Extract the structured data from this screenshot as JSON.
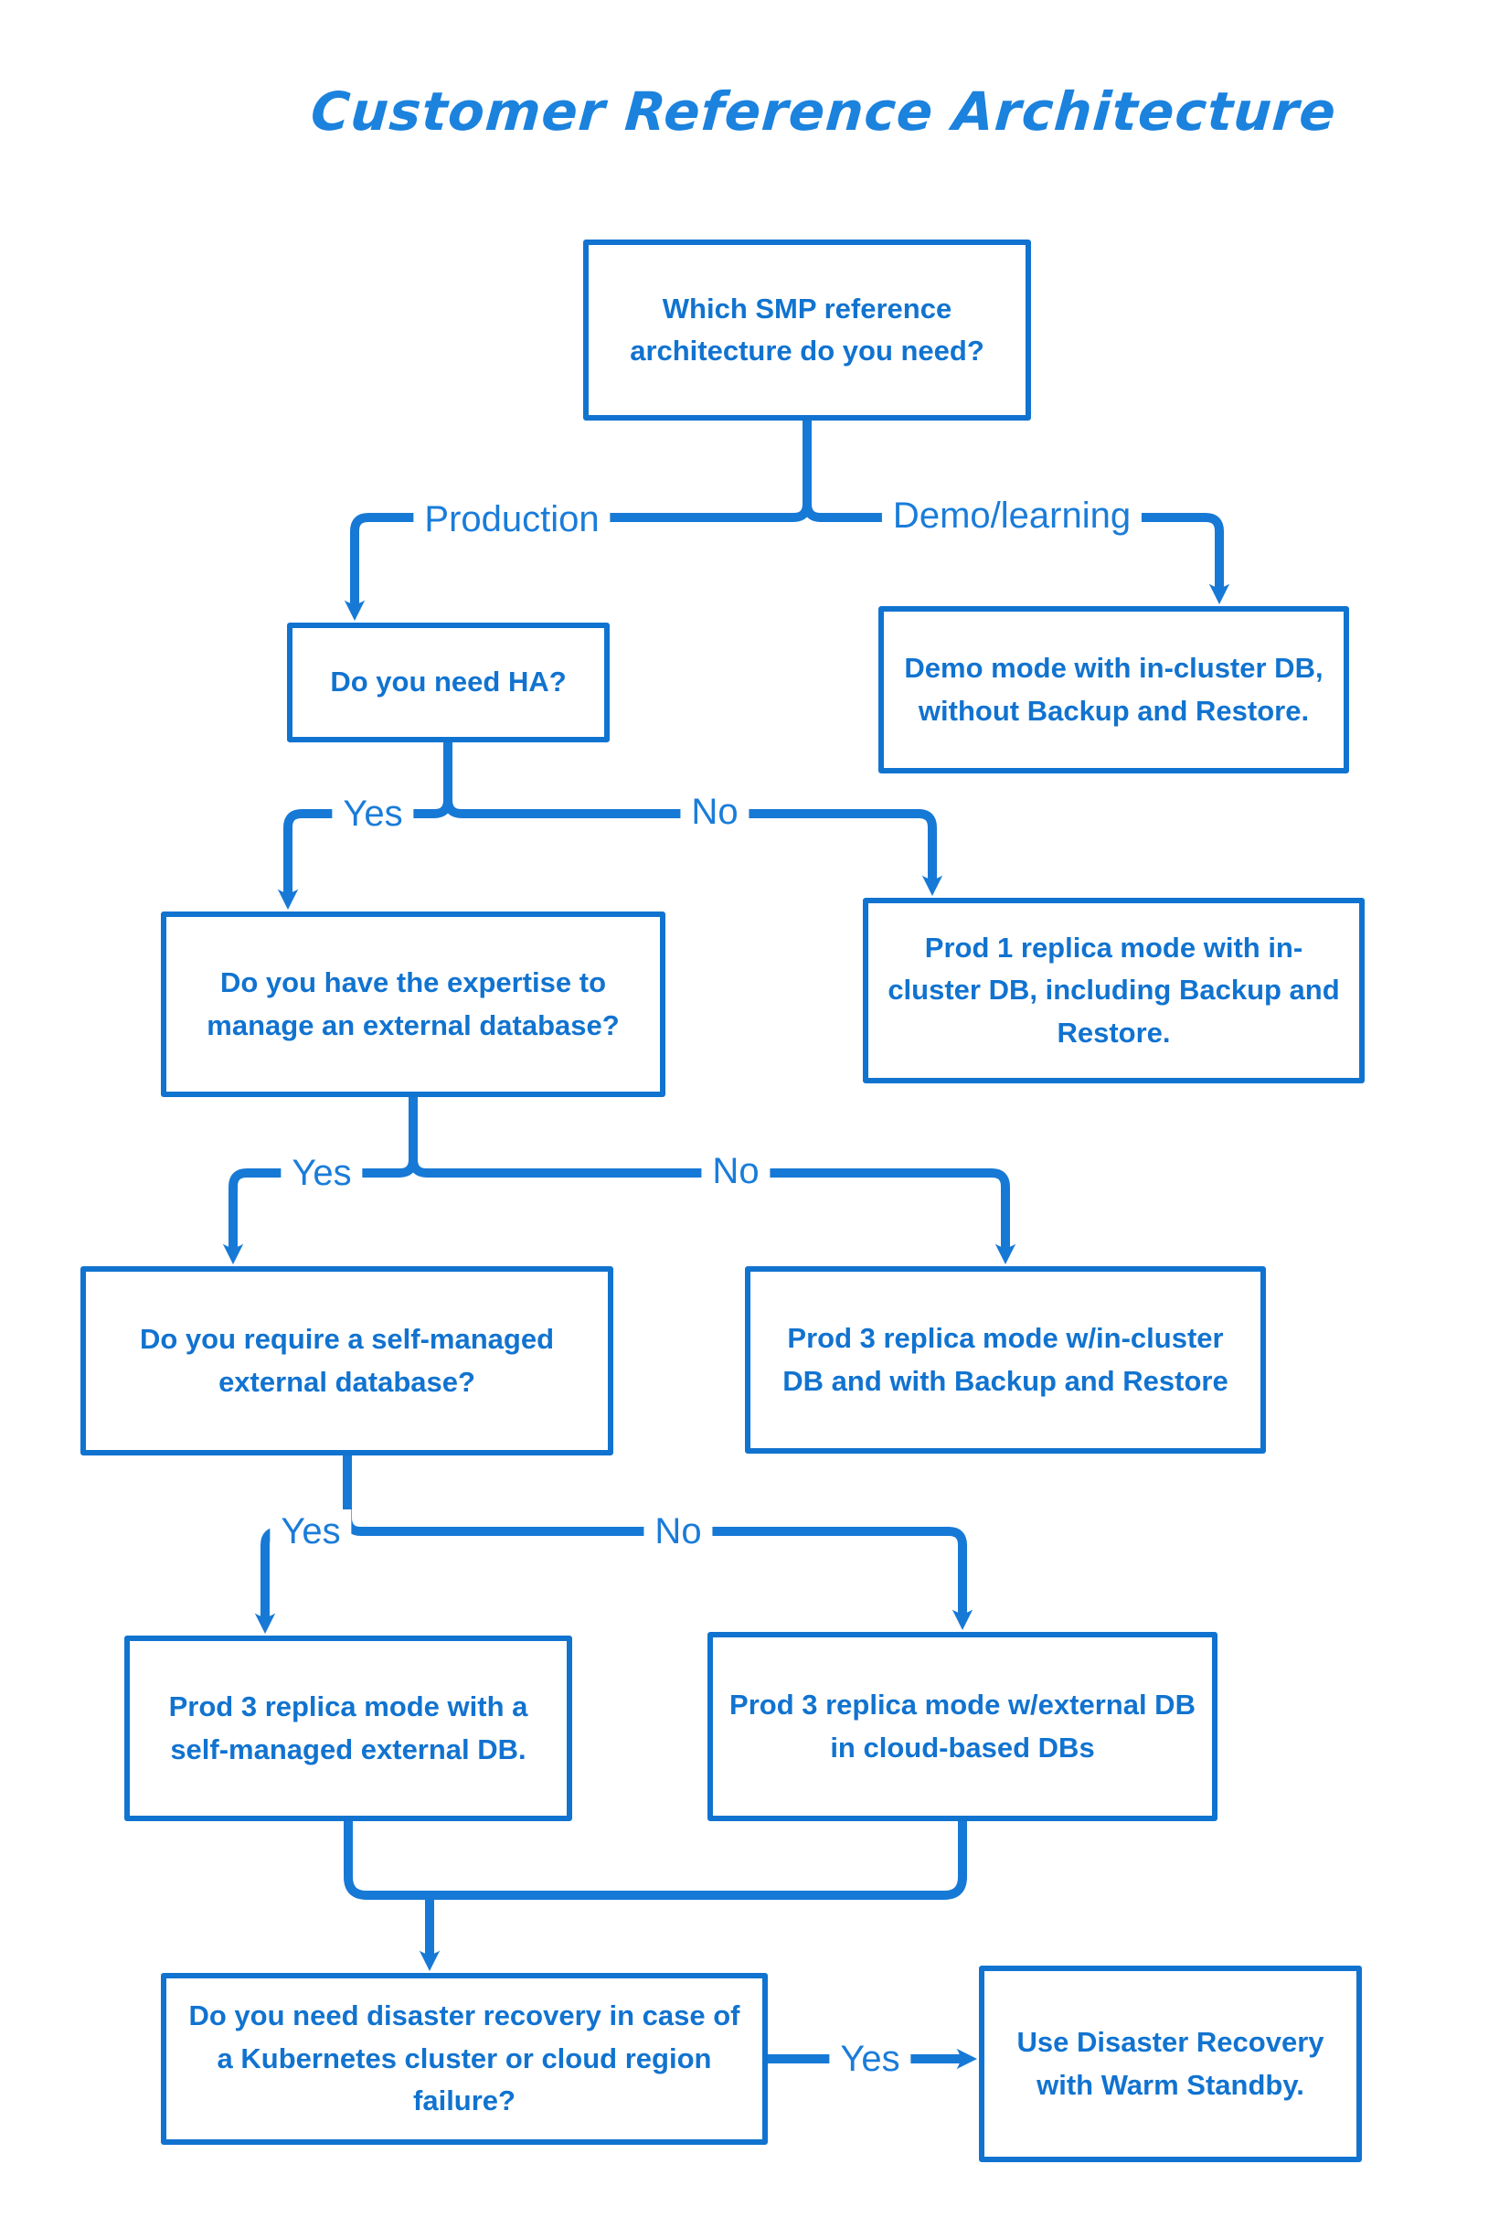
{
  "title": "Customer Reference Architecture",
  "colors": {
    "accent": "#1173d0",
    "connector": "#1779d6",
    "title": "#1b82dd",
    "background": "#ffffff"
  },
  "nodes": {
    "root": {
      "text": "Which SMP reference architecture do you need?"
    },
    "need_ha": {
      "text": "Do you need HA?"
    },
    "demo_mode": {
      "text": "Demo mode with in-cluster DB, without Backup and Restore."
    },
    "expertise": {
      "text": "Do you have the expertise to manage an external database?"
    },
    "prod1_incluster": {
      "text": "Prod 1 replica mode with in-cluster DB, including Backup and Restore."
    },
    "self_managed_q": {
      "text": "Do you require a self-managed external database?"
    },
    "prod3_incluster": {
      "text": "Prod 3 replica mode w/in-cluster DB and with Backup and Restore"
    },
    "prod3_selfmanaged": {
      "text": "Prod 3 replica mode with a self-managed external DB."
    },
    "prod3_cloud": {
      "text": "Prod 3 replica mode w/external DB in cloud-based DBs"
    },
    "disaster_q": {
      "text": "Do you need disaster recovery in case of a Kubernetes cluster or cloud region failure?"
    },
    "warm_standby": {
      "text": "Use Disaster Recovery with Warm Standby."
    }
  },
  "edge_labels": {
    "production": "Production",
    "demo_learning": "Demo/learning",
    "ha_yes": "Yes",
    "ha_no": "No",
    "expertise_yes": "Yes",
    "expertise_no": "No",
    "self_managed_yes": "Yes",
    "self_managed_no": "No",
    "disaster_yes": "Yes"
  }
}
